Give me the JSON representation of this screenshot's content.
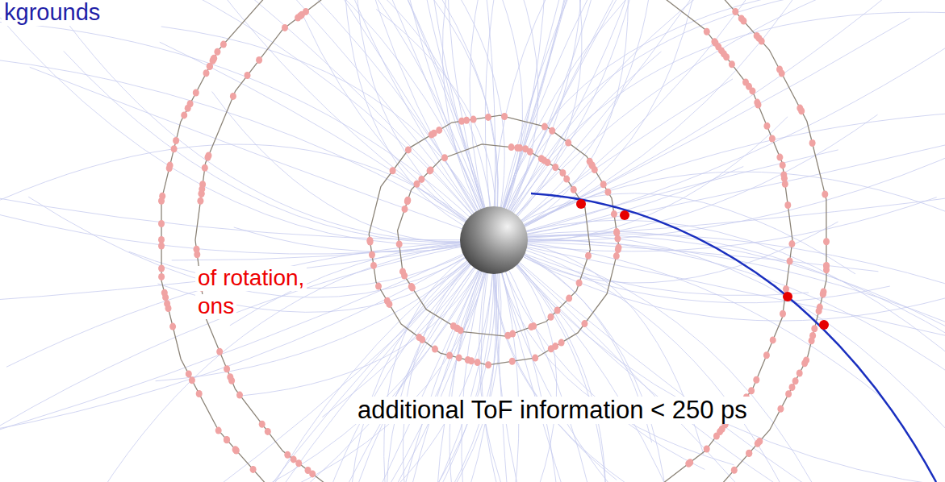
{
  "diagram": {
    "labels": [
      "kgrounds",
      "of rotation,",
      "ons",
      "additional ToF information < 250 ps"
    ]
  }
}
